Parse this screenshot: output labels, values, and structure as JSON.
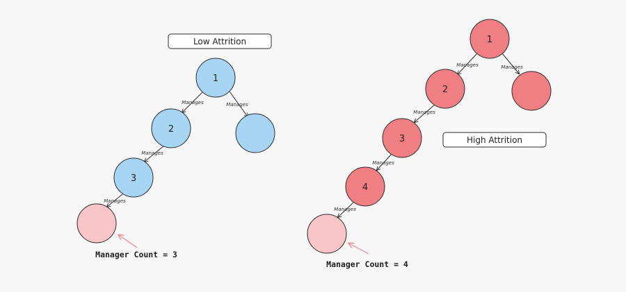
{
  "colors": {
    "background": "#f7f7f7",
    "blue_node": "#a9d5f5",
    "red_node": "#f07f84",
    "pink_node": "#f8c6c8",
    "stroke": "#2b2b2b",
    "pointer_arrow": "#e88a8a"
  },
  "low": {
    "title": "Low Attrition",
    "nodes": [
      "1",
      "2",
      "3",
      ""
    ],
    "extra_node": "",
    "edge_label": "Manages",
    "count_label": "Manager Count = 3"
  },
  "high": {
    "title": "High Attrition",
    "nodes": [
      "1",
      "2",
      "3",
      "4",
      ""
    ],
    "extra_node": "",
    "edge_label": "Manages",
    "count_label": "Manager Count = 4"
  }
}
